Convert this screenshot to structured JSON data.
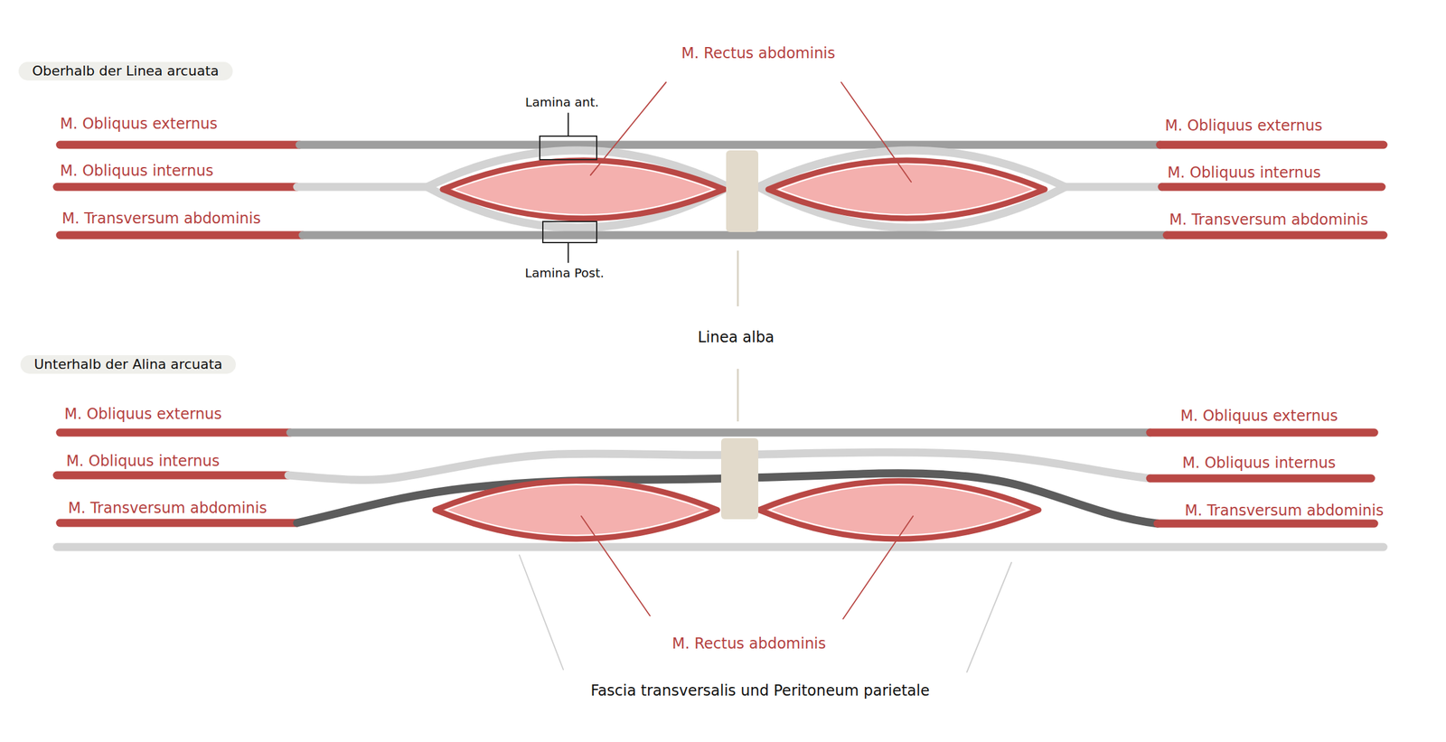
{
  "diagram": {
    "nodes": [
      {
        "text": [
          "Oberhalb der Linea arcuata"
        ]
      },
      {
        "text": [
          "Unterhalb der Alina arcuata"
        ]
      }
    ],
    "labels": [
      "M. Rectus abdominis",
      "Lamina ant.",
      "M. Obliquus externus",
      "M. Obliquus externus",
      "M. Obliquus internus",
      "M. Obliquus internus",
      "M. Transversum abdominis",
      "M. Transversum abdominis",
      "Lamina Post.",
      "Linea alba",
      "M. Obliquus externus",
      "M. Obliquus externus",
      "M. Obliquus internus",
      "M. Obliquus internus",
      "M. Transversum abdominis",
      "M. Transversum abdominis",
      "M. Rectus abdominis",
      "Fascia transversalis und Peritoneum parietale"
    ]
  }
}
